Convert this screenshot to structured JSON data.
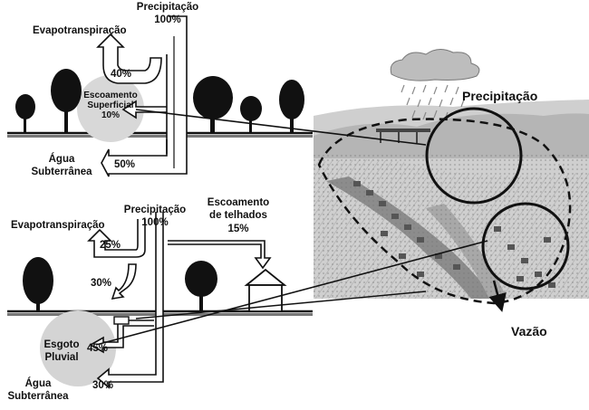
{
  "top": {
    "precip_label": "Precipitação",
    "precip_pct": "100%",
    "evapo_label": "Evapotranspiração",
    "evapo_pct": "40%",
    "runoff_label_1": "Escoamento",
    "runoff_label_2": "Superficial",
    "runoff_pct": "10%",
    "ground_label_1": "Água",
    "ground_label_2": "Subterrânea",
    "ground_pct": "50%"
  },
  "bottom": {
    "precip_label": "Precipitação",
    "precip_pct": "100%",
    "evapo_label": "Evapotranspiração",
    "evapo_pct": "25%",
    "infiltration_pct": "30%",
    "roof_label_1": "Escoamento",
    "roof_label_2": "de telhados",
    "roof_pct": "15%",
    "sewer_label_1": "Esgoto",
    "sewer_label_2": "Pluvial",
    "sewer_pct": "45%",
    "ground_label_1": "Água",
    "ground_label_2": "Subterrânea",
    "ground_pct": "30%"
  },
  "landscape": {
    "precip_label": "Precipitação",
    "outflow_label": "Vazão"
  }
}
